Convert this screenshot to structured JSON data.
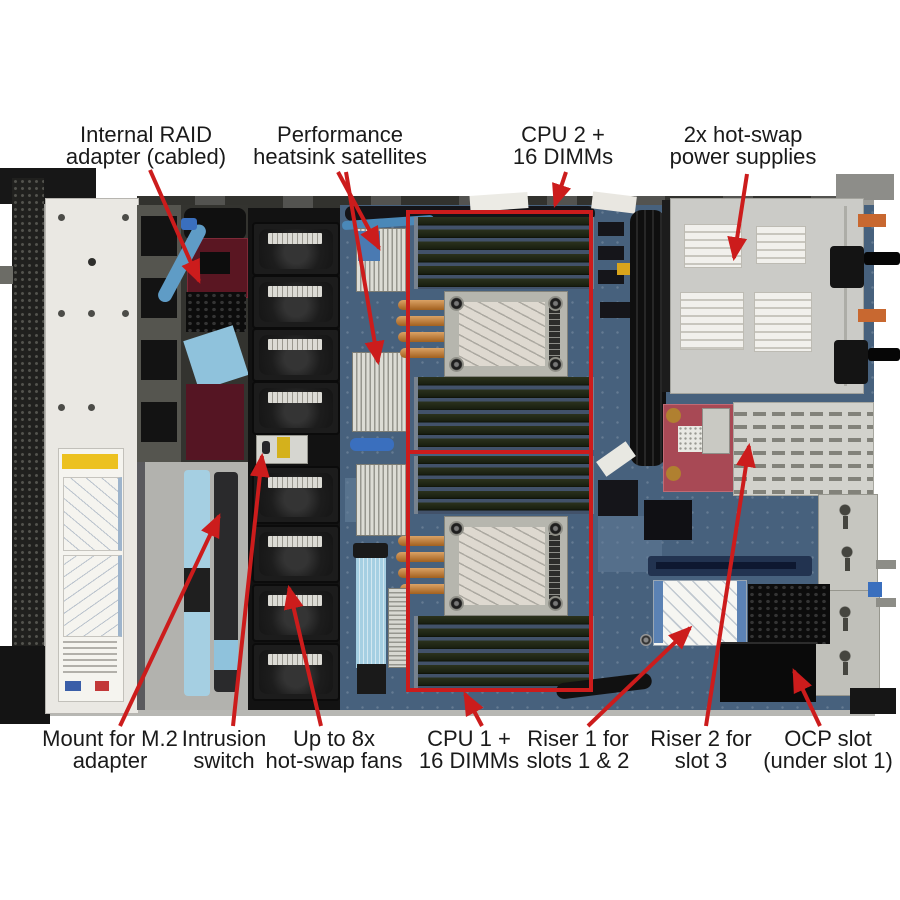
{
  "figure": {
    "description": "Annotated top view of a 1U rack server showing internal components",
    "annotation_color": "#cc1c1c",
    "text_color": "#1a1a1a",
    "callouts_top": [
      {
        "id": "internal-raid-adapter",
        "lines": [
          "Internal RAID",
          "adapter (cabled)"
        ]
      },
      {
        "id": "performance-heatsink-satellites",
        "lines": [
          "Performance",
          "heatsink satellites"
        ]
      },
      {
        "id": "cpu-2",
        "lines": [
          "CPU 2 +",
          "16 DIMMs"
        ]
      },
      {
        "id": "power-supplies",
        "lines": [
          "2x hot-swap",
          "power supplies"
        ]
      }
    ],
    "callouts_bottom": [
      {
        "id": "m2-mount",
        "lines": [
          "Mount for M.2",
          "adapter"
        ]
      },
      {
        "id": "intrusion-switch",
        "lines": [
          "Intrusion",
          "switch"
        ]
      },
      {
        "id": "hot-swap-fans",
        "lines": [
          "Up to 8x",
          "hot-swap fans"
        ]
      },
      {
        "id": "cpu-1",
        "lines": [
          "CPU 1 +",
          "16 DIMMs"
        ]
      },
      {
        "id": "riser-1",
        "lines": [
          "Riser 1 for",
          "slots 1 & 2"
        ]
      },
      {
        "id": "riser-2",
        "lines": [
          "Riser 2 for",
          "slot 3"
        ]
      },
      {
        "id": "ocp-slot",
        "lines": [
          "OCP slot",
          "(under slot 1)"
        ]
      }
    ]
  }
}
